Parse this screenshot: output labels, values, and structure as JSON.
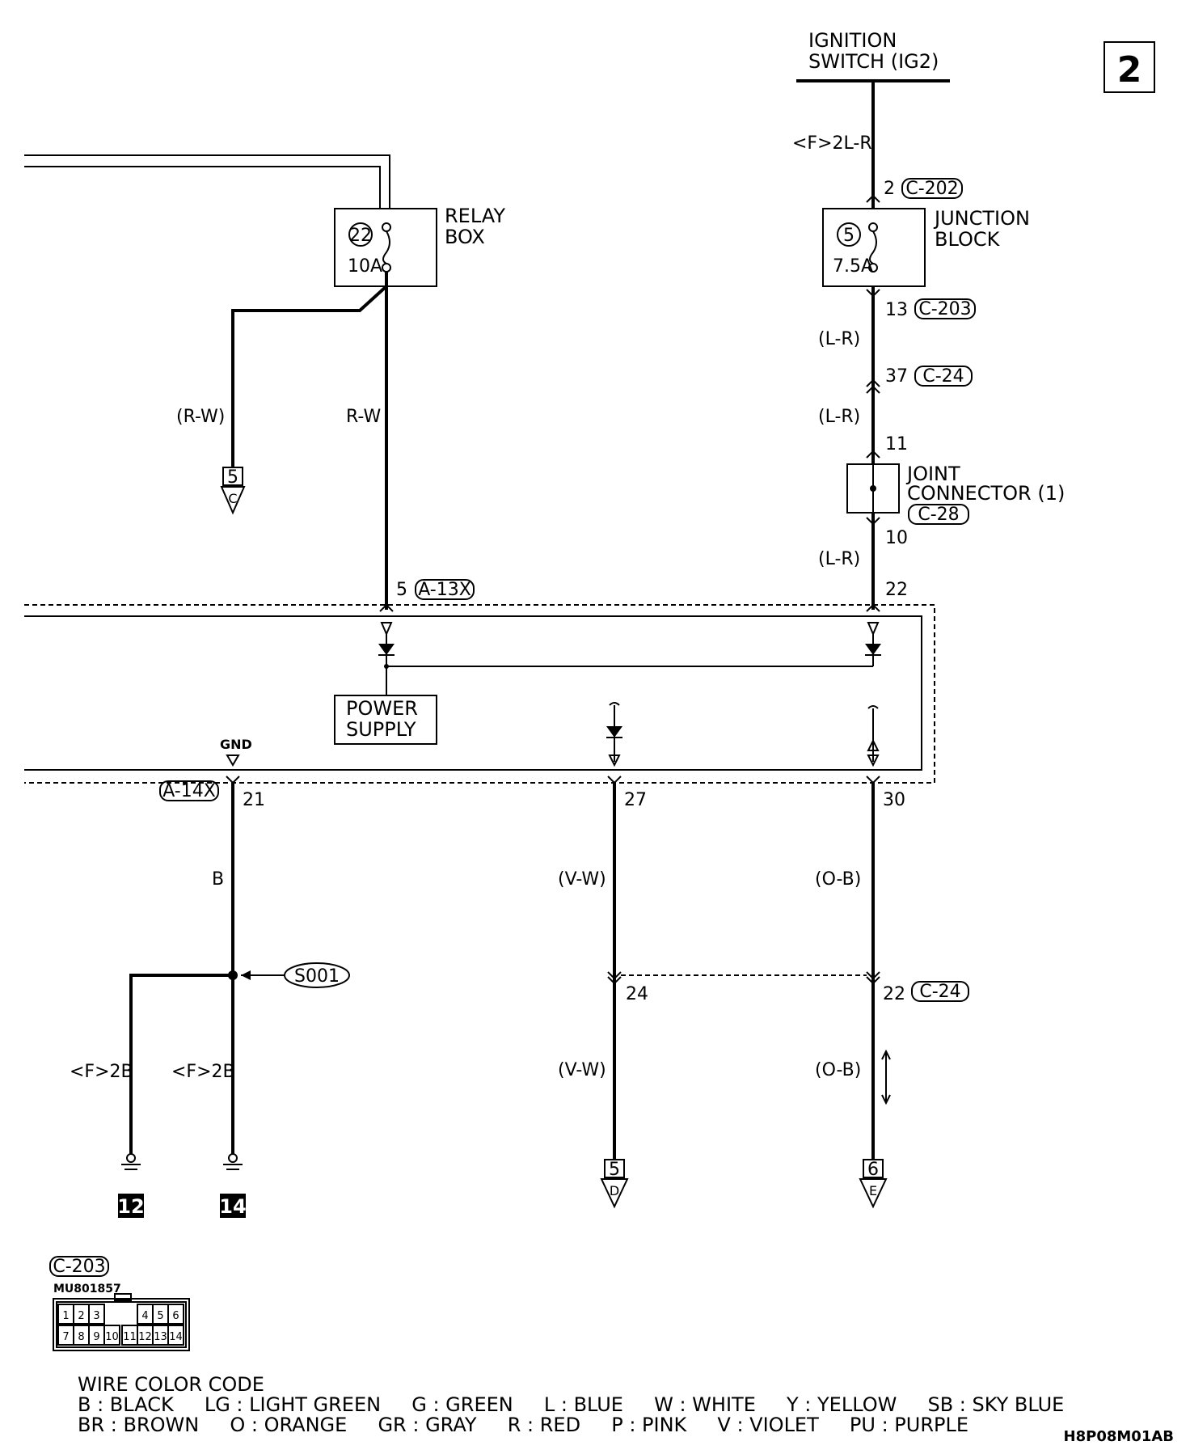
{
  "page_marker": "2",
  "ignition_switch": {
    "line1": "IGNITION",
    "line2": "SWITCH (IG2)"
  },
  "relay_box": {
    "line1": "RELAY",
    "line2": "BOX",
    "fuse_no": "22",
    "rating": "10A"
  },
  "junction_block": {
    "line1": "JUNCTION",
    "line2": "BLOCK",
    "fuse_no": "5",
    "rating": "7.5A"
  },
  "joint_connector": {
    "line1": "JOINT",
    "line2": "CONNECTOR (1)",
    "connector": "C-28"
  },
  "power_supply": {
    "line1": "POWER",
    "line2": "SUPPLY"
  },
  "wires": {
    "ig_feed": "<F>2L-R",
    "relay_branch": "(R-W)",
    "relay_main": "R-W",
    "lr_1": "(L-R)",
    "lr_2": "(L-R)",
    "lr_3": "(L-R)",
    "gnd": "B",
    "vw_1": "(V-W)",
    "vw_2": "(V-W)",
    "ob_1": "(O-B)",
    "ob_2": "(O-B)",
    "f2b_1": "<F>2B",
    "f2b_2": "<F>2B"
  },
  "pins": {
    "c202_pin": "2",
    "c202": "C-202",
    "c203_pin": "13",
    "c203": "C-203",
    "c24_pin": "37",
    "c24": "C-24",
    "jc_in": "11",
    "jc_out": "10",
    "a13x_pin": "5",
    "a13x": "A-13X",
    "unit_22": "22",
    "a14x": "A-14X",
    "gnd_pin": "21",
    "gnd_text": "GND",
    "pin_27": "27",
    "pin_30": "30",
    "pin_24": "24",
    "pin_22b": "22",
    "c24b": "C-24",
    "splice": "S001"
  },
  "offpage": {
    "c_num": "5",
    "c_letter": "C",
    "d_num": "5",
    "d_letter": "D",
    "e_num": "6",
    "e_letter": "E"
  },
  "ground_points": {
    "g1": "12",
    "g2": "14"
  },
  "connector_detail": {
    "name": "C-203",
    "part": "MU801857",
    "row1": [
      "1",
      "2",
      "3",
      "4",
      "5",
      "6"
    ],
    "row2": [
      "7",
      "8",
      "9",
      "10",
      "11",
      "12",
      "13",
      "14"
    ]
  },
  "wire_color_code": {
    "title": "WIRE COLOR CODE",
    "line1": "B : BLACK     LG : LIGHT GREEN     G : GREEN     L : BLUE     W : WHITE     Y : YELLOW     SB : SKY BLUE",
    "line2": "BR : BROWN     O : ORANGE     GR : GRAY     R : RED     P : PINK     V : VIOLET     PU : PURPLE"
  },
  "figure_code": "H8P08M01AB"
}
